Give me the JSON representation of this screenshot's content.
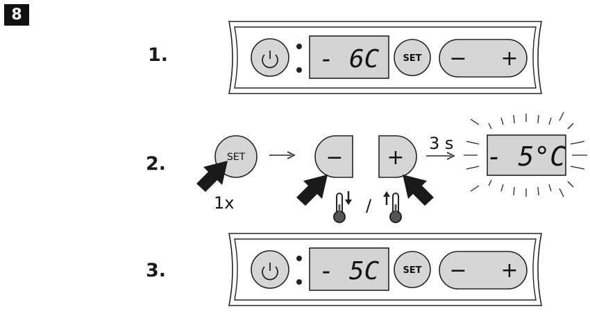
{
  "figure_number": "8",
  "steps": [
    {
      "label": "1.",
      "display": "- 6C",
      "set_label": "SET",
      "minus": "−",
      "plus": "+"
    },
    {
      "label": "2.",
      "set_label": "SET",
      "press_count": "1x",
      "minus": "−",
      "plus": "+",
      "hold_time": "3 s",
      "separator": "/",
      "display": "- 5°C"
    },
    {
      "label": "3.",
      "display": "- 5C",
      "set_label": "SET",
      "minus": "−",
      "plus": "+"
    }
  ],
  "colors": {
    "panel_button": "#d6d6d6",
    "display_bg": "#d4d4d4",
    "outline": "#1a1a1a"
  }
}
